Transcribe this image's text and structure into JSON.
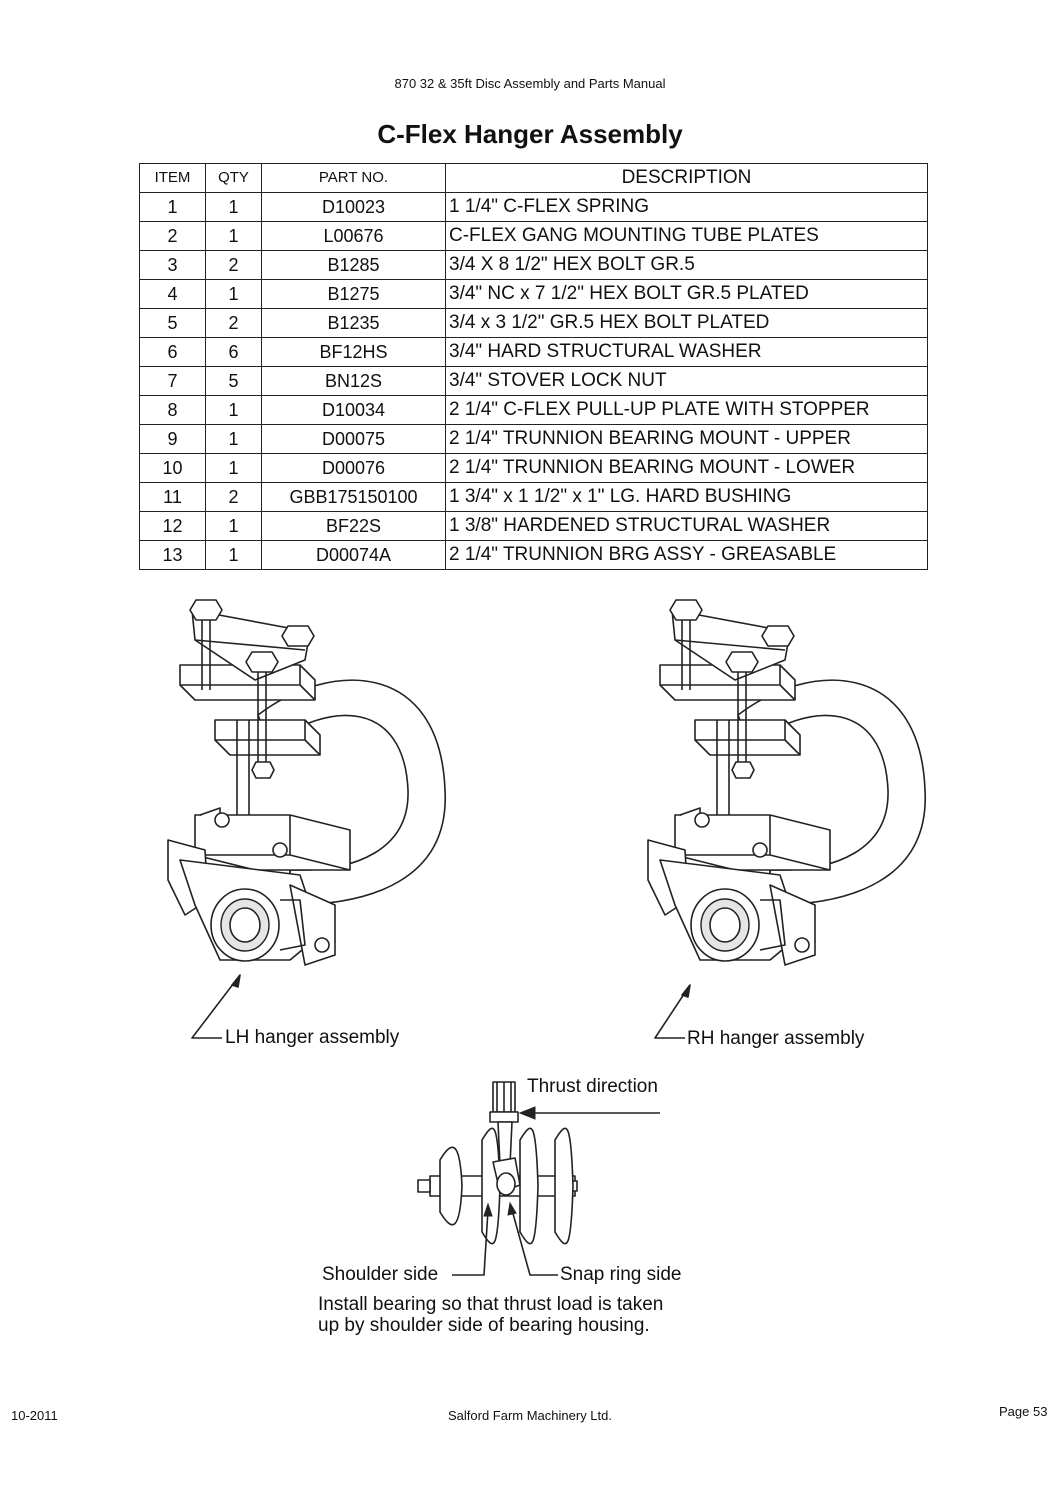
{
  "header": {
    "manual_title": "870 32 & 35ft Disc Assembly and Parts Manual"
  },
  "page_title": "C-Flex Hanger Assembly",
  "parts_table": {
    "headers": {
      "item": "ITEM",
      "qty": "QTY",
      "part_no": "PART NO.",
      "description": "DESCRIPTION"
    },
    "rows": [
      {
        "item": "1",
        "qty": "1",
        "part_no": "D10023",
        "description": "1 1/4\" C-FLEX SPRING"
      },
      {
        "item": "2",
        "qty": "1",
        "part_no": "L00676",
        "description": "C-FLEX GANG MOUNTING TUBE PLATES"
      },
      {
        "item": "3",
        "qty": "2",
        "part_no": "B1285",
        "description": "3/4 X 8 1/2\" HEX BOLT GR.5"
      },
      {
        "item": "4",
        "qty": "1",
        "part_no": "B1275",
        "description": "3/4\" NC x 7 1/2\" HEX BOLT GR.5 PLATED"
      },
      {
        "item": "5",
        "qty": "2",
        "part_no": "B1235",
        "description": "3/4 x 3 1/2\" GR.5 HEX BOLT PLATED"
      },
      {
        "item": "6",
        "qty": "6",
        "part_no": "BF12HS",
        "description": "3/4\" HARD STRUCTURAL WASHER"
      },
      {
        "item": "7",
        "qty": "5",
        "part_no": "BN12S",
        "description": "3/4\" STOVER LOCK NUT"
      },
      {
        "item": "8",
        "qty": "1",
        "part_no": "D10034",
        "description": "2 1/4\" C-FLEX PULL-UP PLATE WITH STOPPER"
      },
      {
        "item": "9",
        "qty": "1",
        "part_no": "D00075",
        "description": "2 1/4\" TRUNNION BEARING MOUNT - UPPER"
      },
      {
        "item": "10",
        "qty": "1",
        "part_no": "D00076",
        "description": "2 1/4\" TRUNNION BEARING MOUNT - LOWER"
      },
      {
        "item": "11",
        "qty": "2",
        "part_no": "GBB175150100",
        "description": "1 3/4\" x 1 1/2\" x 1\" LG. HARD BUSHING"
      },
      {
        "item": "12",
        "qty": "1",
        "part_no": "BF22S",
        "description": "1 3/8\" HARDENED STRUCTURAL WASHER"
      },
      {
        "item": "13",
        "qty": "1",
        "part_no": "D00074A",
        "description": "2 1/4\" TRUNNION BRG ASSY - GREASABLE"
      }
    ]
  },
  "figures": {
    "lh_label": "LH hanger assembly",
    "rh_label": "RH hanger assembly",
    "thrust_label": "Thrust direction",
    "shoulder_label": "Shoulder side",
    "snap_ring_label": "Snap ring side",
    "install_note_line1": "Install bearing so that thrust load is taken",
    "install_note_line2": "up by shoulder side of bearing housing."
  },
  "footer": {
    "date": "10-2011",
    "company": "Salford Farm Machinery Ltd.",
    "page": "Page 53"
  }
}
